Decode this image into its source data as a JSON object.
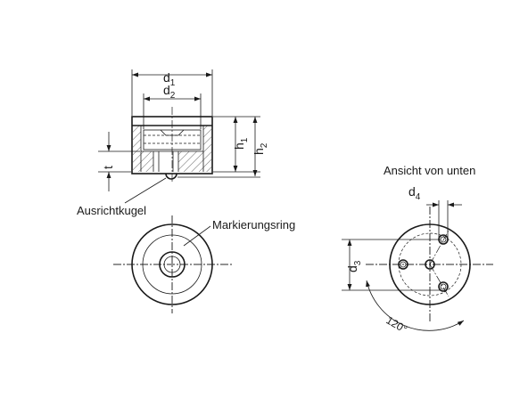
{
  "labels": {
    "d1": "d",
    "d1_sub": "1",
    "d2": "d",
    "d2_sub": "2",
    "h1": "h",
    "h1_sub": "1",
    "h2": "h",
    "h2_sub": "2",
    "t": "t",
    "d3": "d",
    "d3_sub": "3",
    "d4": "d",
    "d4_sub": "4",
    "angle": "120°",
    "ausrichtkugel": "Ausrichtkugel",
    "markierungsring": "Markierungsring",
    "ansicht": "Ansicht von unten"
  },
  "colors": {
    "line": "#1a1a1a",
    "fill_gray": "#e6e6e6",
    "fill_light": "#eeeeee"
  }
}
